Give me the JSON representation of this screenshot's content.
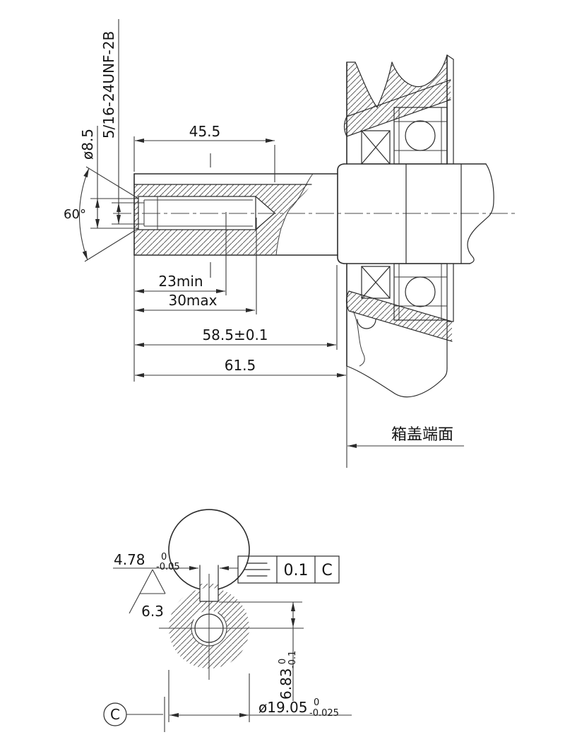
{
  "drawing": {
    "top_view": {
      "thread_callout": "5/16-24UNF-2B",
      "counterbore_dia": "ø8.5",
      "chamfer_angle": "60°",
      "dim_thread_pilot_depth": "45.5",
      "dim_thread_min": "23min",
      "dim_thread_max": "30max",
      "dim_shoulder_len": "58.5±0.1",
      "dim_total_len": "61.5",
      "cover_face_note": "箱盖端面"
    },
    "end_view": {
      "keyway_width": {
        "main": "4.78",
        "sup": "0",
        "sub": "-0.05"
      },
      "surface_roughness": "6.3",
      "fcf": {
        "symbol": "symmetry",
        "tolerance": "0.1",
        "datum": "C"
      },
      "keyway_depth": {
        "main": "6.83",
        "sup": "0",
        "sub": "-0.1"
      },
      "shaft_dia": {
        "main": "ø19.05",
        "sup": "0",
        "sub": "-0.025"
      },
      "datum_label": "C"
    }
  }
}
